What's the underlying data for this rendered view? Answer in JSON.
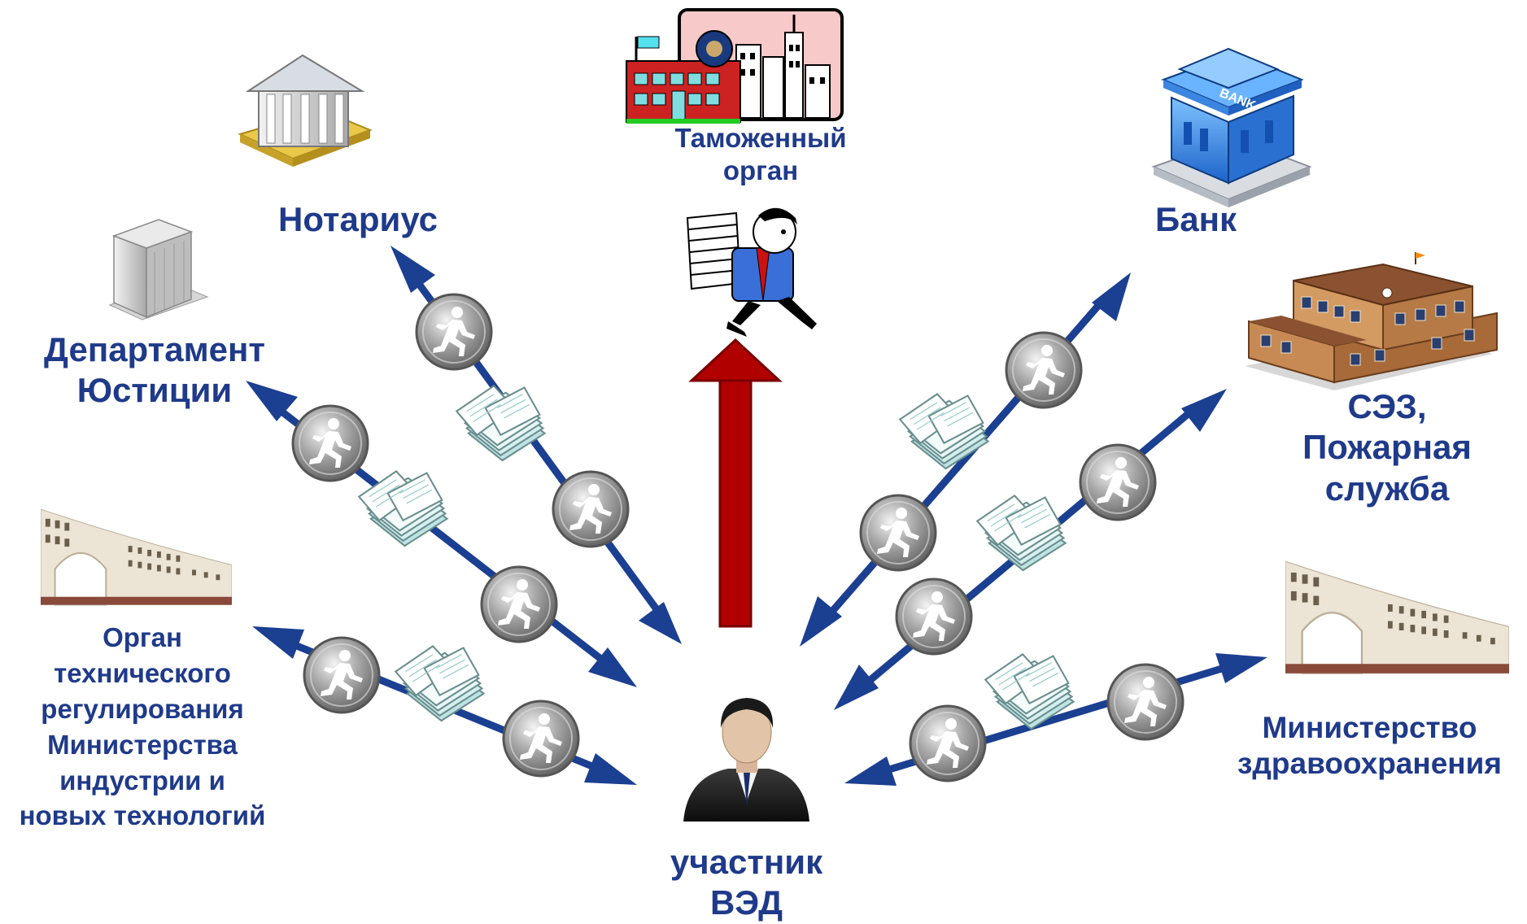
{
  "labels": {
    "notary": [
      "Нотариус"
    ],
    "customs": [
      "Таможенный",
      "орган"
    ],
    "bank": [
      "Банк"
    ],
    "justice": [
      "Департамент",
      "Юстиции"
    ],
    "ses": [
      "СЭЗ,",
      "Пожарная",
      "служба"
    ],
    "tech_reg": [
      "Орган",
      "технического",
      "регулирования",
      "Министерства",
      "индустрии и",
      "новых технологий"
    ],
    "health": [
      "Министерство",
      "здравоохранения"
    ],
    "participant": [
      "участник",
      "ВЭД"
    ]
  },
  "colors": {
    "label_text": "#1f3a8a",
    "arrow_blue": "#1b3f91",
    "arrow_red": "#b00000",
    "runner_token": "#8c8c8c",
    "papers": "#dff3f3"
  },
  "icons": {
    "notary": "notary-building-icon",
    "customs": "customs-office-icon",
    "bank": "bank-building-icon",
    "justice": "justice-building-icon",
    "ses": "ses-building-icon",
    "tech_reg": "government-building-icon",
    "health": "government-building-icon",
    "courier": "courier-with-papers-icon",
    "participant": "businessman-icon",
    "token": "runner-token-icon",
    "papers": "paper-stack-icon"
  }
}
